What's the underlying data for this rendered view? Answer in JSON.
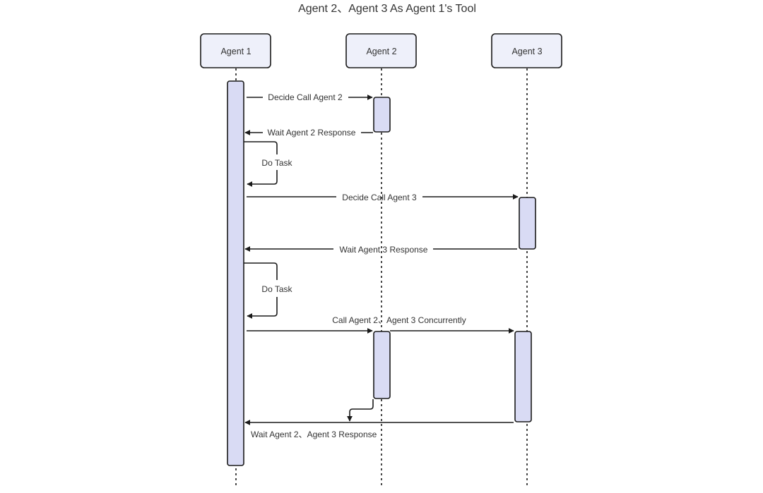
{
  "title": "Agent 2、Agent 3 As Agent 1's Tool",
  "colors": {
    "header_fill": "#eef0fa",
    "activation_fill": "#d9dbf4",
    "stroke": "#1a1a1a",
    "text": "#333333",
    "background": "#ffffff"
  },
  "participants": [
    {
      "id": "agent1",
      "label": "Agent 1"
    },
    {
      "id": "agent2",
      "label": "Agent 2"
    },
    {
      "id": "agent3",
      "label": "Agent 3"
    }
  ],
  "messages": [
    {
      "id": "m1",
      "from": "agent1",
      "to": "agent2",
      "label": "Decide Call Agent 2"
    },
    {
      "id": "m2",
      "from": "agent2",
      "to": "agent1",
      "label": "Wait Agent 2 Response"
    },
    {
      "id": "m3",
      "from": "agent1",
      "to": "agent1",
      "label": "Do Task",
      "type": "self"
    },
    {
      "id": "m4",
      "from": "agent1",
      "to": "agent3",
      "label": "Decide Call Agent 3"
    },
    {
      "id": "m5",
      "from": "agent3",
      "to": "agent1",
      "label": "Wait Agent 3 Response"
    },
    {
      "id": "m6",
      "from": "agent1",
      "to": "agent1",
      "label": "Do Task",
      "type": "self"
    },
    {
      "id": "m7",
      "from": "agent1",
      "to": "agent2, agent3",
      "label": "Call Agent 2、Agent 3  Concurrently"
    },
    {
      "id": "m8",
      "from": "agent2, agent3",
      "to": "agent1",
      "label": "Wait Agent 2、Agent 3  Response"
    }
  ]
}
